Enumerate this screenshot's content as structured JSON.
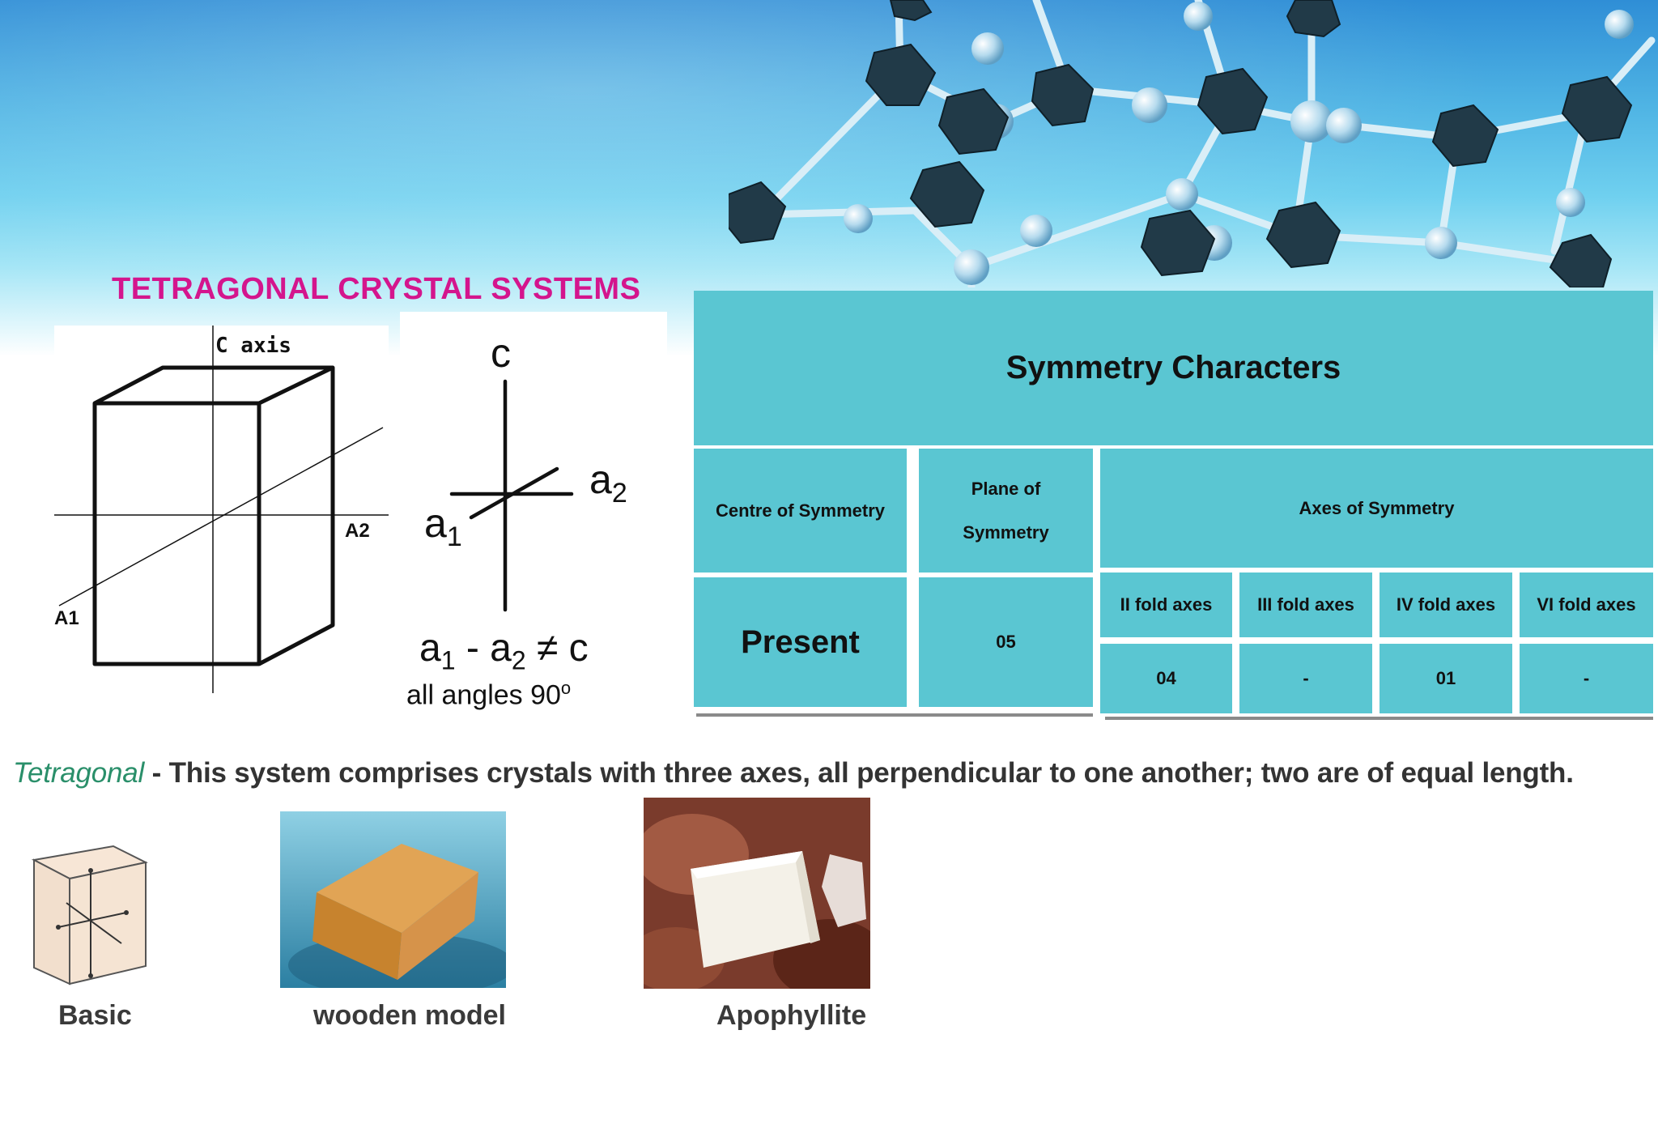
{
  "title": "TETRAGONAL CRYSTAL SYSTEMS",
  "figure_box": {
    "c_axis_label": "C axis",
    "a2_label": "A2",
    "a1_label": "A1"
  },
  "figure_axes": {
    "c_label": "c",
    "a2_label": "a",
    "a2_sub": "2",
    "a1_label": "a",
    "a1_sub": "1",
    "relation_a1": "a",
    "relation_a1_sub": "1",
    "relation_mid": " - a",
    "relation_a2_sub": "2",
    "relation_end": " ≠ c",
    "angles": "all angles 90",
    "angles_sup": "o"
  },
  "table": {
    "header": "Symmetry Characters",
    "col_centre": "Centre of Symmetry",
    "col_plane": "Plane of Symmetry",
    "col_axes": "Axes of Symmetry",
    "sub_cols": [
      "II fold axes",
      "III fold axes",
      "IV fold axes",
      "VI fold axes"
    ],
    "centre_value": "Present",
    "plane_value": "05",
    "axes_values": [
      "04",
      "-",
      "01",
      "-"
    ]
  },
  "description": {
    "term": "Tetragonal",
    "text": " - This system comprises crystals with three axes, all perpendicular to one another; two are of equal length."
  },
  "images": [
    {
      "caption": "Basic"
    },
    {
      "caption": "wooden model"
    },
    {
      "caption": "Apophyllite"
    }
  ],
  "colors": {
    "title": "#d4158d",
    "table_cell": "#5ac6d2",
    "term": "#2a8f6a"
  }
}
